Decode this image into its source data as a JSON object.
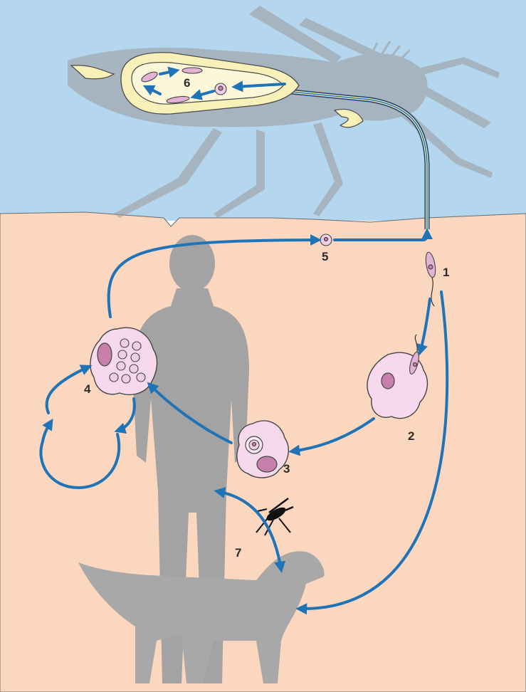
{
  "labels": {
    "stage_1": "1",
    "stage_2": "2",
    "stage_3": "3",
    "stage_4": "4",
    "stage_5": "5",
    "stage_6": "6",
    "stage_7": "7"
  },
  "colors": {
    "sky": "#b5d6ef",
    "skin": "#fbd7bf",
    "arrow": "#1f73b7",
    "silhouette": "#9a9a9a",
    "cell": "#f6d9ec",
    "nucleus": "#c77fab",
    "gut": "#f7f0b8"
  },
  "icons": {
    "sandfly": "sandfly-silhouette-icon",
    "human": "human-silhouette-icon",
    "dog": "dog-silhouette-icon",
    "small_fly": "sandfly-icon"
  }
}
